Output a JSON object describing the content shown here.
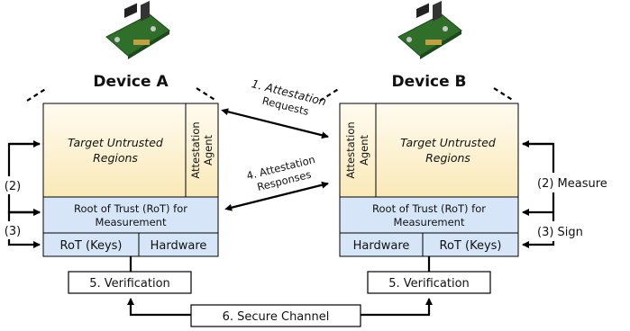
{
  "device_a": {
    "title": "Device A",
    "target_line1": "Target Untrusted",
    "target_line2": "Regions",
    "agent_line1": "Attestation",
    "agent_line2": "Agent",
    "rot_line1": "Root of Trust (RoT) for",
    "rot_line2": "Measurement",
    "keys": "RoT (Keys)",
    "hardware": "Hardware",
    "verification": "5. Verification"
  },
  "device_b": {
    "title": "Device B",
    "target_line1": "Target Untrusted",
    "target_line2": "Regions",
    "agent_line1": "Attestation",
    "agent_line2": "Agent",
    "rot_line1": "Root of Trust (RoT) for",
    "rot_line2": "Measurement",
    "keys": "RoT (Keys)",
    "hardware": "Hardware",
    "verification": "5. Verification"
  },
  "arrows": {
    "requests_line1": "1. Attestation",
    "requests_line2": "Requests",
    "responses_line1": "4. Attestation",
    "responses_line2": "Responses"
  },
  "steps": {
    "left_measure": "(2)",
    "left_sign": "(3)",
    "right_measure": "(2) Measure",
    "right_sign": "(3) Sign"
  },
  "secure_channel": "6. Secure Channel",
  "colors": {
    "target_fill": "#fdf3d6",
    "rot_fill": "#d6e6f8",
    "stroke": "#000000"
  }
}
